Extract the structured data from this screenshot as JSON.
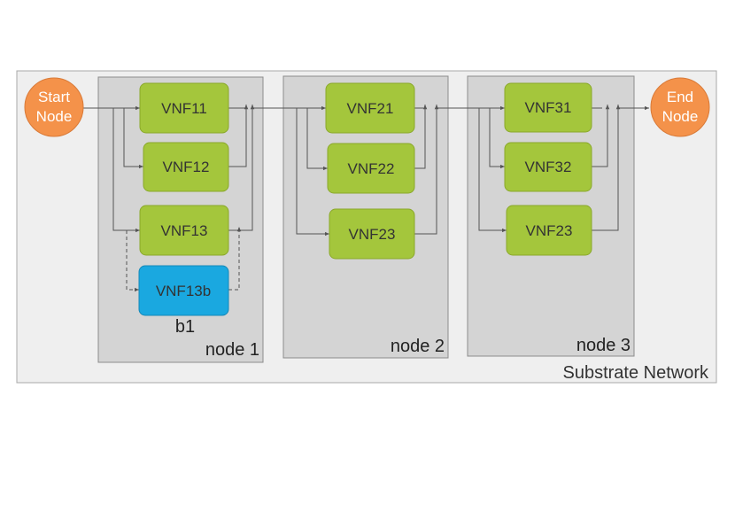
{
  "diagram": {
    "substrate_label": "Substrate Network",
    "start_node": "Start Node",
    "end_node": "End Node",
    "nodes": [
      {
        "label": "node 1",
        "vnfs": [
          "VNF11",
          "VNF12",
          "VNF13"
        ],
        "backup": "VNF13b",
        "backup_label": "b1"
      },
      {
        "label": "node 2",
        "vnfs": [
          "VNF21",
          "VNF22",
          "VNF23"
        ]
      },
      {
        "label": "node 3",
        "vnfs": [
          "VNF31",
          "VNF32",
          "VNF23"
        ]
      }
    ],
    "colors": {
      "vnf_fill": "#a4c63c",
      "vnf_stroke": "#8aa82a",
      "backup_fill": "#1aa8e0",
      "backup_stroke": "#1488b8",
      "terminal_fill": "#f4924a",
      "terminal_stroke": "#d97a38",
      "node_fill": "#d4d4d4",
      "node_stroke": "#8c8c8c",
      "substrate_fill": "#efefef",
      "substrate_stroke": "#a8a8a8"
    }
  }
}
